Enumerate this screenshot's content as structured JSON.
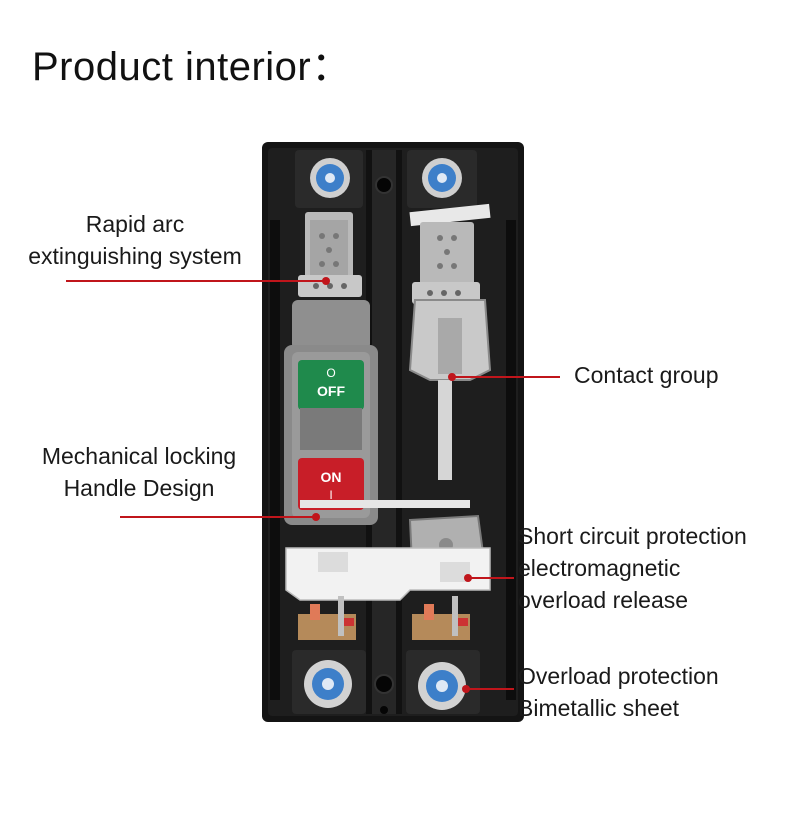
{
  "title": "Product interior：",
  "annotations": {
    "arc": {
      "lines": [
        "Rapid arc",
        "extinguishing system"
      ]
    },
    "contact": {
      "lines": [
        "Contact group"
      ]
    },
    "handle": {
      "lines": [
        "Mechanical locking",
        "Handle Design"
      ]
    },
    "short_circuit": {
      "lines": [
        "Short circuit protection",
        "electromagnetic",
        "overload release"
      ]
    },
    "overload": {
      "lines": [
        "Overload protection",
        "Bimetallic sheet"
      ]
    }
  },
  "handle": {
    "off_label": "OFF",
    "off_symbol": "O",
    "on_label": "ON",
    "on_symbol": "I"
  },
  "colors": {
    "leader_line": "#c0151b",
    "housing": "#141414",
    "off_button": "#1f8a4c",
    "on_button": "#c81e28",
    "metal": "#b9b9b9",
    "terminal_screw": "#3d7fc9"
  }
}
